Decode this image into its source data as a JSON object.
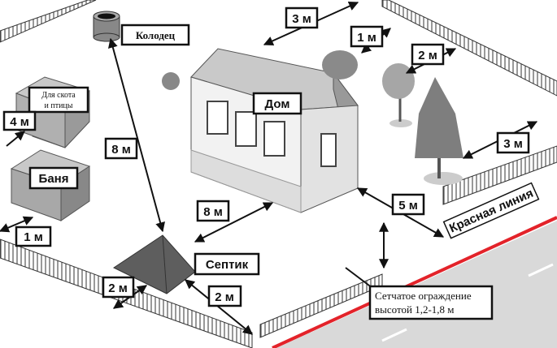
{
  "labels": {
    "well": "Колодец",
    "house": "Дом",
    "livestock_line1": "Для скота",
    "livestock_line2": "и птицы",
    "bathhouse": "Баня",
    "septic": "Септик",
    "red_line": "Красная линия",
    "fence_note_line1": "Сетчатое ограждение",
    "fence_note_line2": "высотой 1,2-1,8 м"
  },
  "distances": {
    "house_to_top_fence": "3 м",
    "shrub_to_fence": "1 м",
    "small_tree_to_fence": "2 м",
    "tall_tree_to_fence": "3 м",
    "livestock_to_fence": "4 м",
    "well_to_septic": "8 м",
    "house_to_septic": "8 м",
    "house_to_red_line": "5 м",
    "bathhouse_to_fence": "1 м",
    "septic_to_fence_left": "2 м",
    "septic_to_fence_bottom": "2 м"
  },
  "colors": {
    "red_line": "#e3232a",
    "road": "#d9d9d9",
    "label_border": "#111111"
  }
}
